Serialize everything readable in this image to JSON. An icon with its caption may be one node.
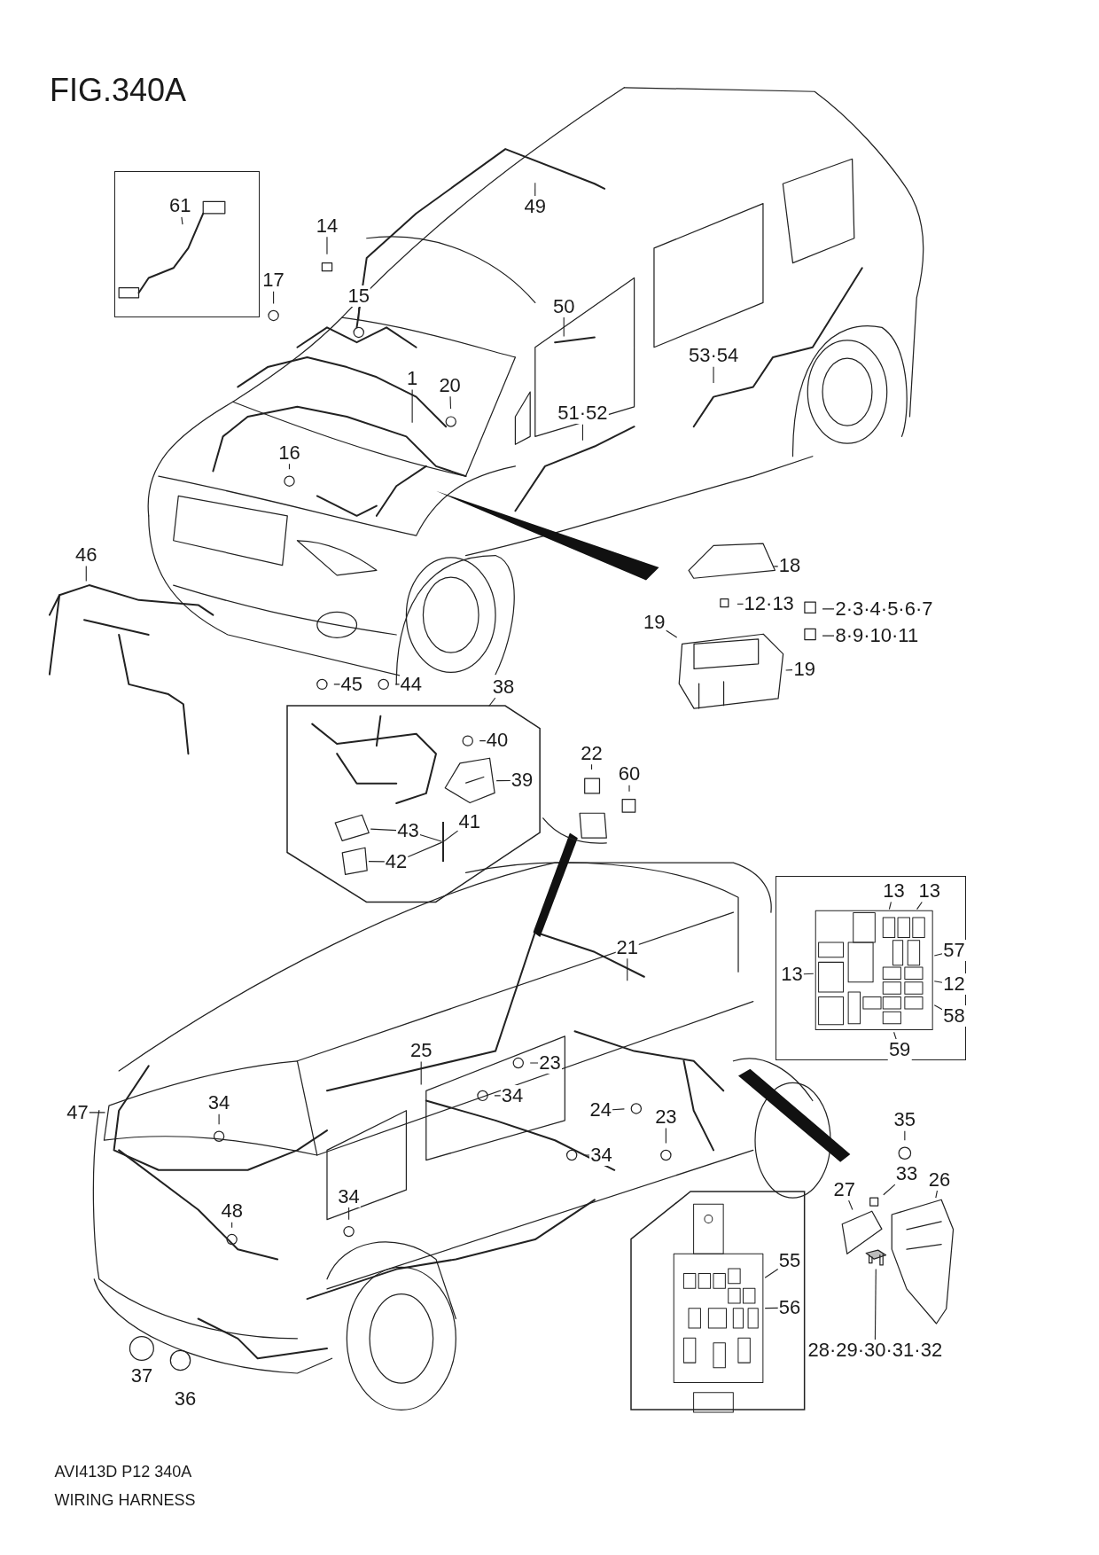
{
  "diagram": {
    "title": "FIG.340A",
    "nodes": [
      {
        "text": [],
        "shape": "box"
      },
      {
        "text": [
          "61"
        ],
        "in": 0
      },
      {
        "text": [
          "49"
        ]
      },
      {
        "text": [
          "14"
        ]
      },
      {
        "text": [
          "17"
        ]
      },
      {
        "text": [
          "15"
        ]
      },
      {
        "text": [
          "50"
        ]
      },
      {
        "text": [
          "53·54"
        ]
      },
      {
        "text": [
          "1"
        ]
      },
      {
        "text": [
          "20"
        ]
      },
      {
        "text": [
          "51·52"
        ]
      },
      {
        "text": [
          "16"
        ]
      },
      {
        "text": [
          "46"
        ]
      },
      {
        "text": [
          "18"
        ]
      },
      {
        "text": [
          "12·13"
        ]
      },
      {
        "text": [
          "2·3·4·5·6·7"
        ]
      },
      {
        "text": [
          "19"
        ]
      },
      {
        "text": [
          "8·9·10·11"
        ]
      },
      {
        "text": [
          "19"
        ]
      },
      {
        "text": [
          "45"
        ]
      },
      {
        "text": [
          "44"
        ]
      },
      {
        "text": [
          "38"
        ]
      },
      {
        "text": [],
        "shape": "box"
      },
      {
        "text": [
          "40"
        ],
        "in": 22
      },
      {
        "text": [
          "39"
        ],
        "in": 22
      },
      {
        "text": [
          "41"
        ],
        "in": 22
      },
      {
        "text": [
          "43"
        ],
        "in": 22
      },
      {
        "text": [
          "42"
        ],
        "in": 22
      },
      {
        "text": [
          "22"
        ]
      },
      {
        "text": [
          "60"
        ]
      },
      {
        "text": [],
        "shape": "box"
      },
      {
        "text": [
          "13"
        ],
        "in": 30
      },
      {
        "text": [
          "13"
        ],
        "in": 30
      },
      {
        "text": [
          "57"
        ],
        "in": 30
      },
      {
        "text": [
          "13"
        ],
        "in": 30
      },
      {
        "text": [
          "12"
        ],
        "in": 30
      },
      {
        "text": [
          "58"
        ],
        "in": 30
      },
      {
        "text": [
          "59"
        ],
        "in": 30
      },
      {
        "text": [
          "21"
        ]
      },
      {
        "text": [
          "25"
        ]
      },
      {
        "text": [
          "23"
        ]
      },
      {
        "text": [
          "34"
        ]
      },
      {
        "text": [
          "47"
        ]
      },
      {
        "text": [
          "34"
        ]
      },
      {
        "text": [
          "24"
        ]
      },
      {
        "text": [
          "23"
        ]
      },
      {
        "text": [
          "35"
        ]
      },
      {
        "text": [
          "34"
        ]
      },
      {
        "text": [
          "33"
        ]
      },
      {
        "text": [
          "26"
        ]
      },
      {
        "text": [
          "27"
        ]
      },
      {
        "text": [
          "34"
        ]
      },
      {
        "text": [
          "48"
        ]
      },
      {
        "text": [],
        "shape": "box"
      },
      {
        "text": [
          "55"
        ],
        "in": 53
      },
      {
        "text": [
          "56"
        ],
        "in": 53
      },
      {
        "text": [
          "28·29·30·31·32"
        ]
      },
      {
        "text": [],
        "shape": "bar",
        "in": 22
      },
      {
        "text": [],
        "shape": "picture"
      },
      {
        "text": [],
        "shape": "picture",
        "in": 22
      },
      {
        "text": [],
        "shape": "picture",
        "in": 22
      },
      {
        "text": [],
        "shape": "picture",
        "in": 22
      },
      {
        "text": [],
        "shape": "picture",
        "in": 30
      },
      {
        "text": [],
        "shape": "picture",
        "in": 53
      },
      {
        "text": [],
        "shape": "picture"
      },
      {
        "text": [],
        "shape": "picture"
      },
      {
        "text": [],
        "shape": "picture"
      }
    ],
    "edges": [
      {
        "from": 1,
        "to": null,
        "arrow": "none"
      },
      {
        "from": 2,
        "to": null,
        "arrow": "none"
      },
      {
        "from": 3,
        "to": null,
        "arrow": "none"
      },
      {
        "from": 4,
        "to": null,
        "arrow": "none"
      },
      {
        "from": 5,
        "to": null,
        "arrow": "none"
      },
      {
        "from": 6,
        "to": null,
        "arrow": "none"
      },
      {
        "from": 7,
        "to": null,
        "arrow": "none"
      },
      {
        "from": 8,
        "to": null,
        "arrow": "none"
      },
      {
        "from": 9,
        "to": null,
        "arrow": "none"
      },
      {
        "from": 10,
        "to": null,
        "arrow": "none"
      },
      {
        "from": 11,
        "to": null,
        "arrow": "none"
      },
      {
        "from": 12,
        "to": null,
        "arrow": "none"
      },
      {
        "from": 13,
        "to": null,
        "arrow": "none"
      },
      {
        "from": 14,
        "to": null,
        "arrow": "none"
      },
      {
        "from": 15,
        "to": null,
        "arrow": "none"
      },
      {
        "from": 16,
        "to": 58,
        "arrow": "none"
      },
      {
        "from": 17,
        "to": null,
        "arrow": "none"
      },
      {
        "from": 18,
        "to": 58,
        "arrow": "none"
      },
      {
        "from": 19,
        "to": null,
        "arrow": "none"
      },
      {
        "from": 20,
        "to": null,
        "arrow": "none"
      },
      {
        "from": 21,
        "to": 22,
        "arrow": "none"
      },
      {
        "from": 23,
        "to": null,
        "arrow": "none"
      },
      {
        "from": 24,
        "to": 59,
        "arrow": "none"
      },
      {
        "from": 25,
        "to": 57,
        "arrow": "none"
      },
      {
        "from": 26,
        "to": 60,
        "arrow": "none"
      },
      {
        "from": 27,
        "to": 61,
        "arrow": "none"
      },
      {
        "from": 28,
        "to": null,
        "arrow": "none"
      },
      {
        "from": 29,
        "to": null,
        "arrow": "none"
      },
      {
        "from": 31,
        "to": 62,
        "arrow": "none"
      },
      {
        "from": 32,
        "to": 62,
        "arrow": "none"
      },
      {
        "from": 33,
        "to": 62,
        "arrow": "none"
      },
      {
        "from": 34,
        "to": 62,
        "arrow": "none"
      },
      {
        "from": 35,
        "to": 62,
        "arrow": "none"
      },
      {
        "from": 36,
        "to": 62,
        "arrow": "none"
      },
      {
        "from": 37,
        "to": 62,
        "arrow": "none"
      },
      {
        "from": 38,
        "to": null,
        "arrow": "none"
      },
      {
        "from": 39,
        "to": null,
        "arrow": "none"
      },
      {
        "from": 40,
        "to": null,
        "arrow": "none"
      },
      {
        "from": 41,
        "to": null,
        "arrow": "none"
      },
      {
        "from": 42,
        "to": null,
        "arrow": "none"
      },
      {
        "from": 43,
        "to": null,
        "arrow": "none"
      },
      {
        "from": 44,
        "to": null,
        "arrow": "none"
      },
      {
        "from": 45,
        "to": null,
        "arrow": "none"
      },
      {
        "from": 46,
        "to": null,
        "arrow": "none"
      },
      {
        "from": 47,
        "to": null,
        "arrow": "none"
      },
      {
        "from": 48,
        "to": null,
        "arrow": "none"
      },
      {
        "from": 49,
        "to": 64,
        "arrow": "none"
      },
      {
        "from": 50,
        "to": 65,
        "arrow": "none"
      },
      {
        "from": 51,
        "to": null,
        "arrow": "none"
      },
      {
        "from": 52,
        "to": null,
        "arrow": "none"
      },
      {
        "from": 54,
        "to": 63,
        "arrow": "none"
      },
      {
        "from": 55,
        "to": 63,
        "arrow": "none"
      },
      {
        "from": 56,
        "to": 66,
        "arrow": "none"
      },
      {
        "from": 26,
        "to": 57,
        "arrow": "none"
      },
      {
        "from": 27,
        "to": 57,
        "arrow": "none"
      }
    ],
    "labels": [
      "37",
      "36",
      "AVI413D P12 340A",
      "WIRING HARNESS"
    ]
  }
}
